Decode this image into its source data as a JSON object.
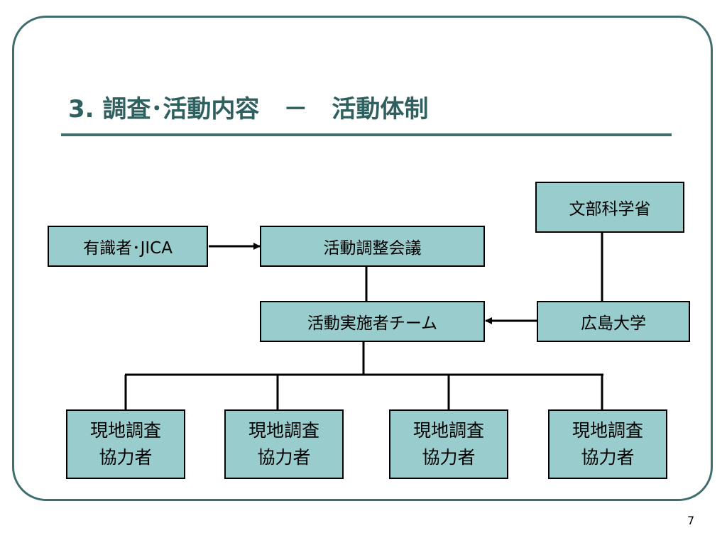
{
  "slide": {
    "title": "3.  調査･活動内容　－　活動体制",
    "page_number": "7"
  },
  "diagram": {
    "nodes": {
      "experts": "有識者･JICA",
      "coordination": "活動調整会議",
      "implementation": "活動実施者チーム",
      "ministry": "文部科学省",
      "university": "広島大学",
      "field_partners": [
        {
          "line1": "現地調査",
          "line2": "協力者"
        },
        {
          "line1": "現地調査",
          "line2": "協力者"
        },
        {
          "line1": "現地調査",
          "line2": "協力者"
        },
        {
          "line1": "現地調査",
          "line2": "協力者"
        }
      ]
    }
  },
  "colors": {
    "frame": "#3f6e6e",
    "title": "#2f5f5f",
    "node_fill": "#99cccc",
    "line": "#000000"
  }
}
